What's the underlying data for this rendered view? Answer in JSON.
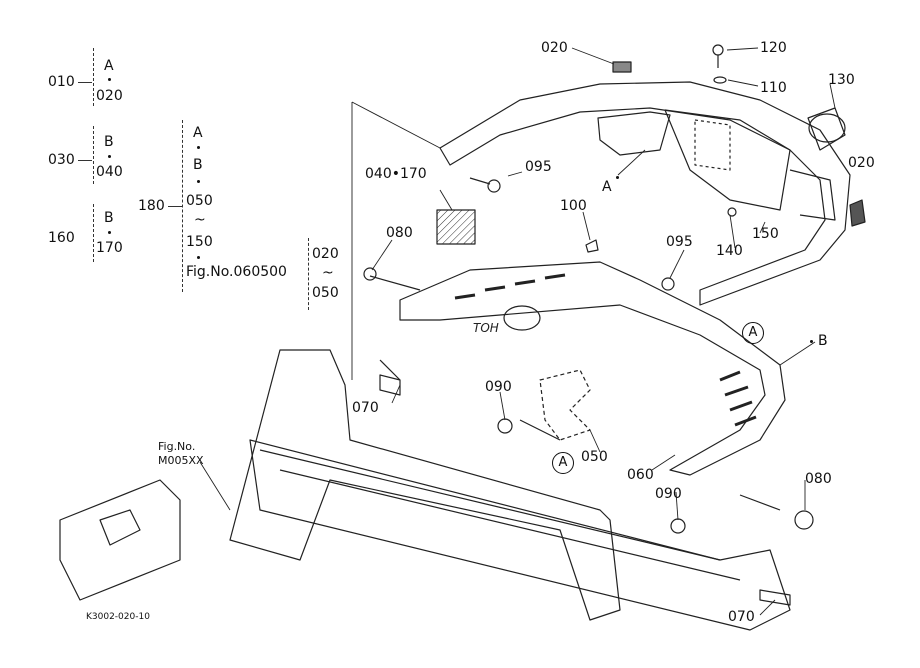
{
  "legend": {
    "g1": {
      "key": "010",
      "items": [
        "A",
        "020"
      ]
    },
    "g2": {
      "key": "030",
      "items": [
        "B",
        "040"
      ]
    },
    "g3": {
      "key": "160",
      "items": [
        "B",
        "170"
      ]
    },
    "g4": {
      "key": "180",
      "items": [
        "A",
        "B",
        "050",
        "150",
        "Fig.No.060500"
      ]
    },
    "g5": {
      "items": [
        "020",
        "050"
      ]
    },
    "tilde": "~"
  },
  "callouts": {
    "c020a": "020",
    "c120": "120",
    "c110": "110",
    "c130": "130",
    "c020b": "020",
    "c095a": "095",
    "cA": "A",
    "c040_170": "040•170",
    "c100": "100",
    "c080a": "080",
    "c095b": "095",
    "c140": "140",
    "c150": "150",
    "cAcircle": "A",
    "cB": "B",
    "c090a": "090",
    "c070a": "070",
    "c050": "050",
    "cA2circle": "A",
    "c060": "060",
    "c090b": "090",
    "c080b": "080",
    "c070b": "070",
    "figno": "Fig.No.",
    "m005": "M005XX",
    "footer": "K3002-020-10",
    "toh": "TOH"
  }
}
